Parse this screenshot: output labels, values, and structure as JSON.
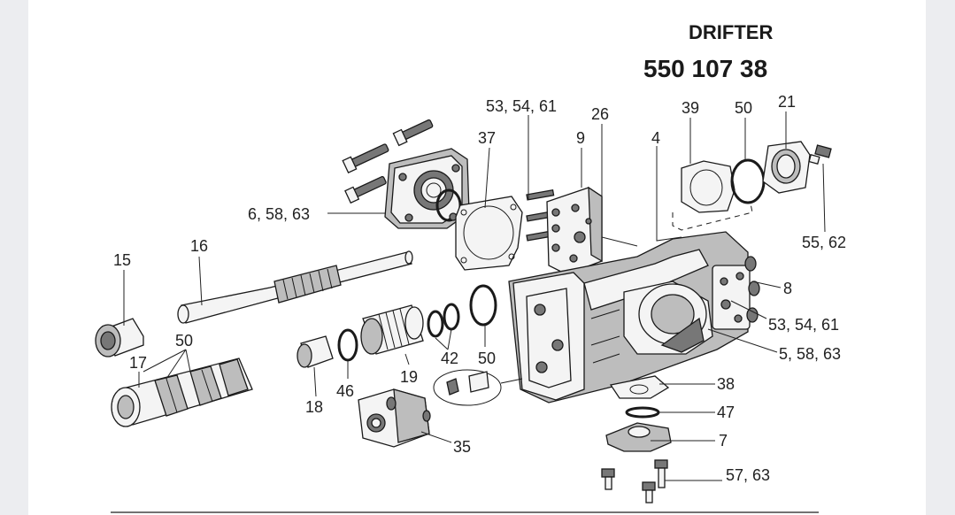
{
  "header": {
    "title": "DRIFTER",
    "part_number": "550 107 38"
  },
  "callouts": {
    "c53a": "53, 54, 61",
    "c26": "26",
    "c37": "37",
    "c9": "9",
    "c39": "39",
    "c50a": "50",
    "c21": "21",
    "c4": "4",
    "c6": "6, 58, 63",
    "c16": "16",
    "c15": "15",
    "c55": "55, 62",
    "c8": "8",
    "c53b": "53, 54, 61",
    "c50b": "50",
    "c17": "17",
    "c42": "42",
    "c50c": "50",
    "c5": "5, 58, 63",
    "c46": "46",
    "c19": "19",
    "c18": "18",
    "c38": "38",
    "c47": "47",
    "c35": "35",
    "c7": "7",
    "c57": "57, 63"
  }
}
